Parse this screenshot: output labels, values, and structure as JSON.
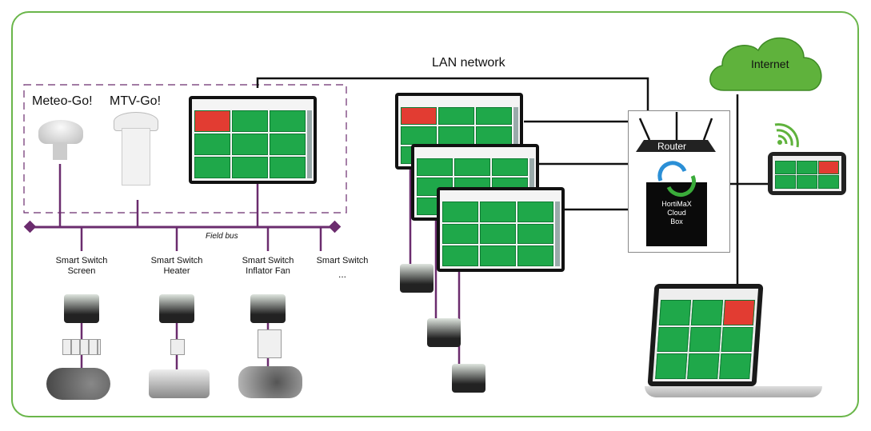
{
  "labels": {
    "lan_network": "LAN network",
    "internet": "Internet",
    "meteo_go": "Meteo-Go!",
    "mtv_go": "MTV-Go!",
    "field_bus": "Field bus",
    "router": "Router",
    "cloud_box_line1": "HortiMaX",
    "cloud_box_line2": "Cloud",
    "cloud_box_line3": "Box",
    "ellipsis": "..."
  },
  "switches": [
    {
      "line1": "Smart Switch",
      "line2": "Screen"
    },
    {
      "line1": "Smart Switch",
      "line2": "Heater"
    },
    {
      "line1": "Smart Switch",
      "line2": "Inflator Fan"
    },
    {
      "line1": "Smart Switch",
      "line2": ""
    }
  ],
  "colors": {
    "frame": "#6ab64a",
    "field_bus": "#6b2c6e",
    "lan": "#111111",
    "screen_cell": "#1fa84a",
    "alert_cell": "#e23c32",
    "cloud": "#5fb23c"
  }
}
